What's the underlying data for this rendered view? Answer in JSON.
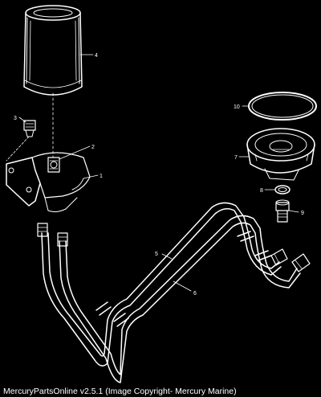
{
  "callouts": {
    "c1": "1",
    "c2": "2",
    "c3": "3",
    "c4": "4",
    "c5": "5",
    "c6": "6",
    "c7": "7",
    "c8": "8",
    "c9": "9",
    "c10": "10"
  },
  "footer": {
    "text": "MercuryPartsOnline v2.5.1 (Image Copyright- Mercury Marine)"
  },
  "colors": {
    "background": "#000000",
    "lines": "#ffffff"
  }
}
